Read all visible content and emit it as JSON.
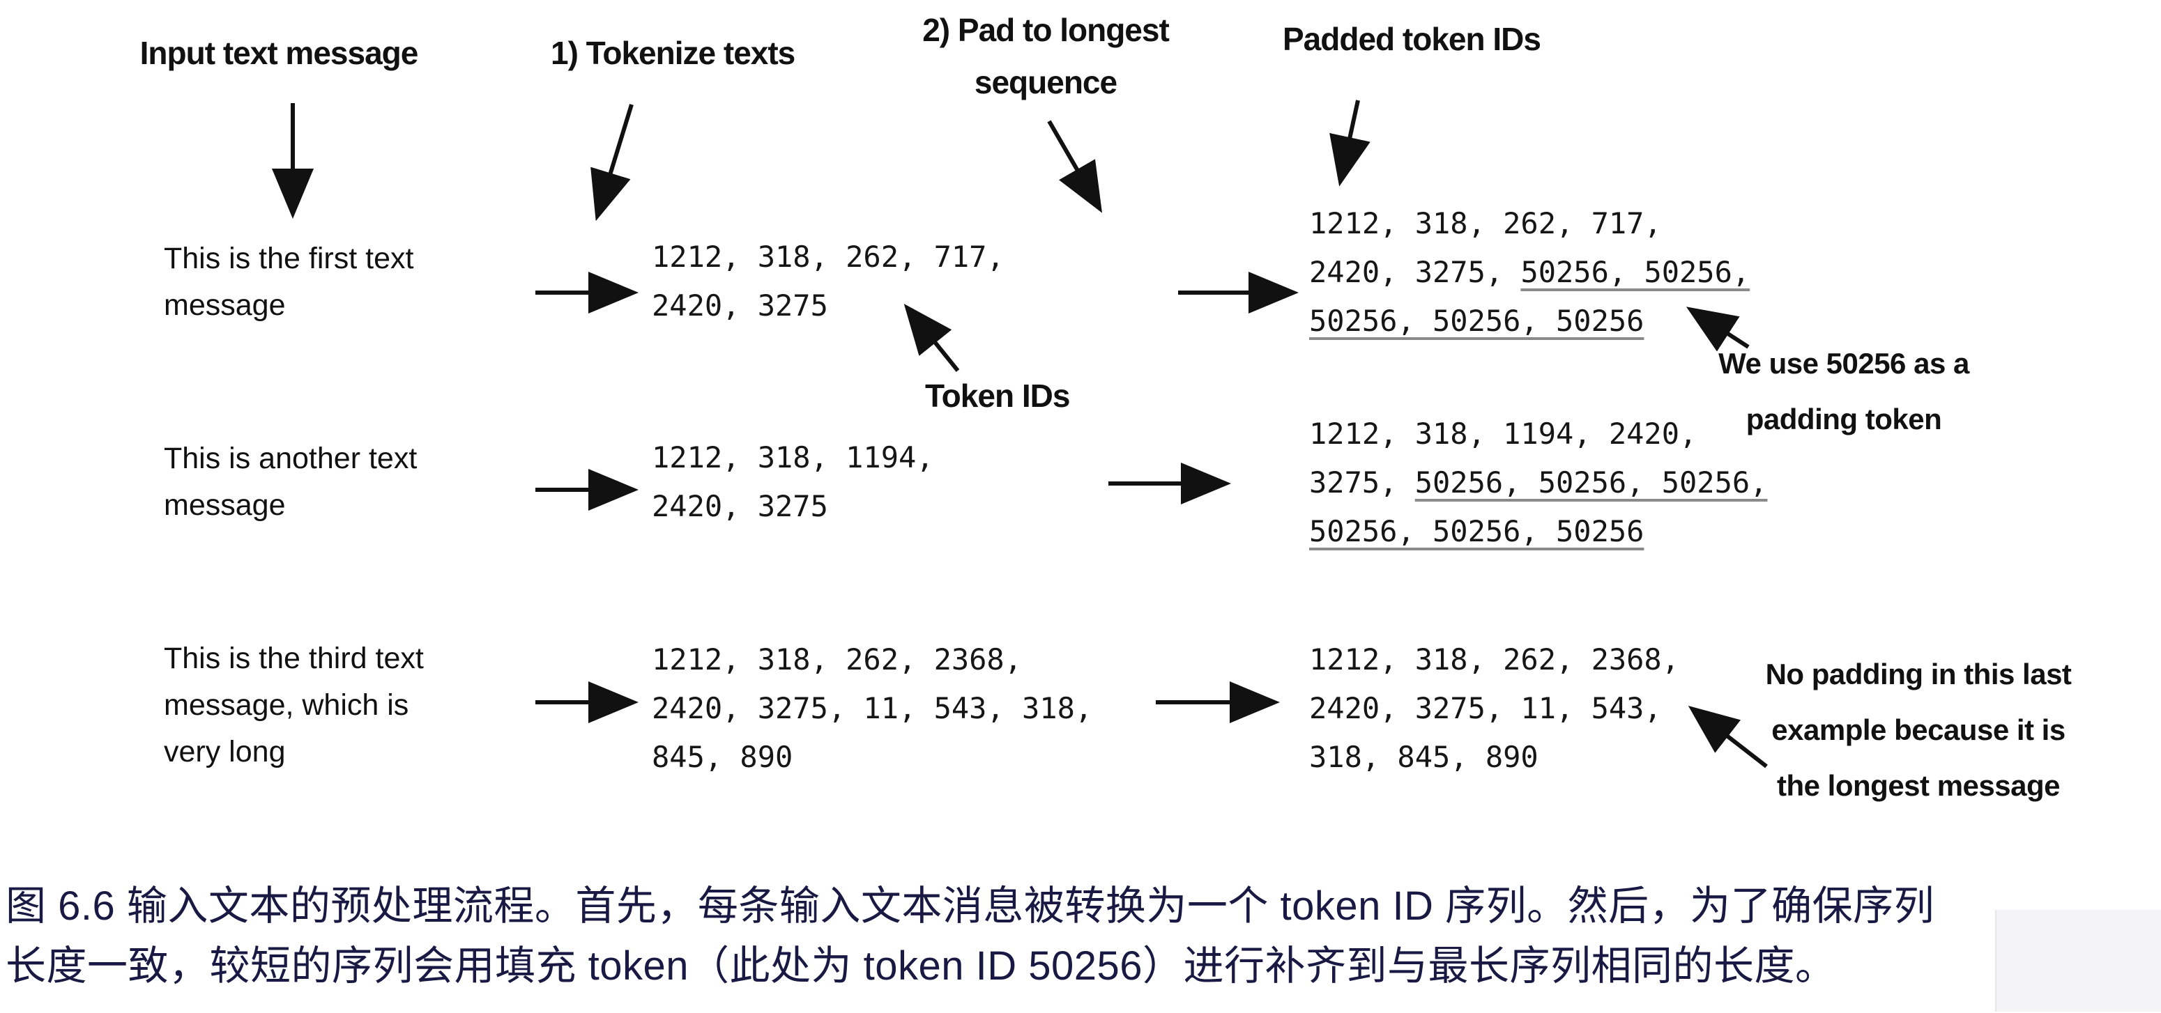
{
  "colors": {
    "ink": "#111111",
    "caption": "#191943",
    "underline": "#8a8a8a",
    "bg": "#ffffff"
  },
  "headers": {
    "input_label": "Input text message",
    "tokenize_label": "1) Tokenize texts",
    "pad_label_line1": "2) Pad to longest",
    "pad_label_line2": "sequence",
    "padded_ids_label": "Padded token IDs",
    "token_ids_label": "Token IDs"
  },
  "rows": [
    {
      "message": [
        "This is the first text",
        "message"
      ],
      "token_ids": [
        "1212, 318, 262, 717,",
        "2420, 3275"
      ],
      "padded": [
        {
          "plain": "1212, 318, 262, 717,",
          "underlined": ""
        },
        {
          "plain": "2420, 3275, ",
          "underlined": "50256, 50256,"
        },
        {
          "plain": "",
          "underlined": "50256, 50256, 50256"
        }
      ]
    },
    {
      "message": [
        "This is another text",
        "message"
      ],
      "token_ids": [
        "1212, 318, 1194,",
        "2420, 3275"
      ],
      "padded": [
        {
          "plain": "1212, 318, 1194, 2420,",
          "underlined": ""
        },
        {
          "plain": "3275, ",
          "underlined": "50256, 50256, 50256,"
        },
        {
          "plain": "",
          "underlined": "50256, 50256, 50256"
        }
      ]
    },
    {
      "message": [
        "This is the third text",
        "message, which is",
        "very long"
      ],
      "token_ids": [
        "1212, 318, 262, 2368,",
        "2420, 3275, 11, 543, 318,",
        "845, 890"
      ],
      "padded": [
        {
          "plain": "1212, 318, 262, 2368,",
          "underlined": ""
        },
        {
          "plain": "2420, 3275, 11, 543,",
          "underlined": ""
        },
        {
          "plain": "318, 845, 890",
          "underlined": ""
        }
      ]
    }
  ],
  "annotations": {
    "padding_note_line1": "We use 50256 as a",
    "padding_note_line2": "padding token",
    "no_padding_note_line1": "No padding in this last",
    "no_padding_note_line2": "example because it is",
    "no_padding_note_line3": "the longest message"
  },
  "caption": {
    "line1": "图 6.6 输入文本的预处理流程。首先，每条输入文本消息被转换为一个 token ID 序列。然后，为了确保序列",
    "line2": "长度一致，较短的序列会用填充 token（此处为 token ID 50256）进行补齐到与最长序列相同的长度。"
  }
}
